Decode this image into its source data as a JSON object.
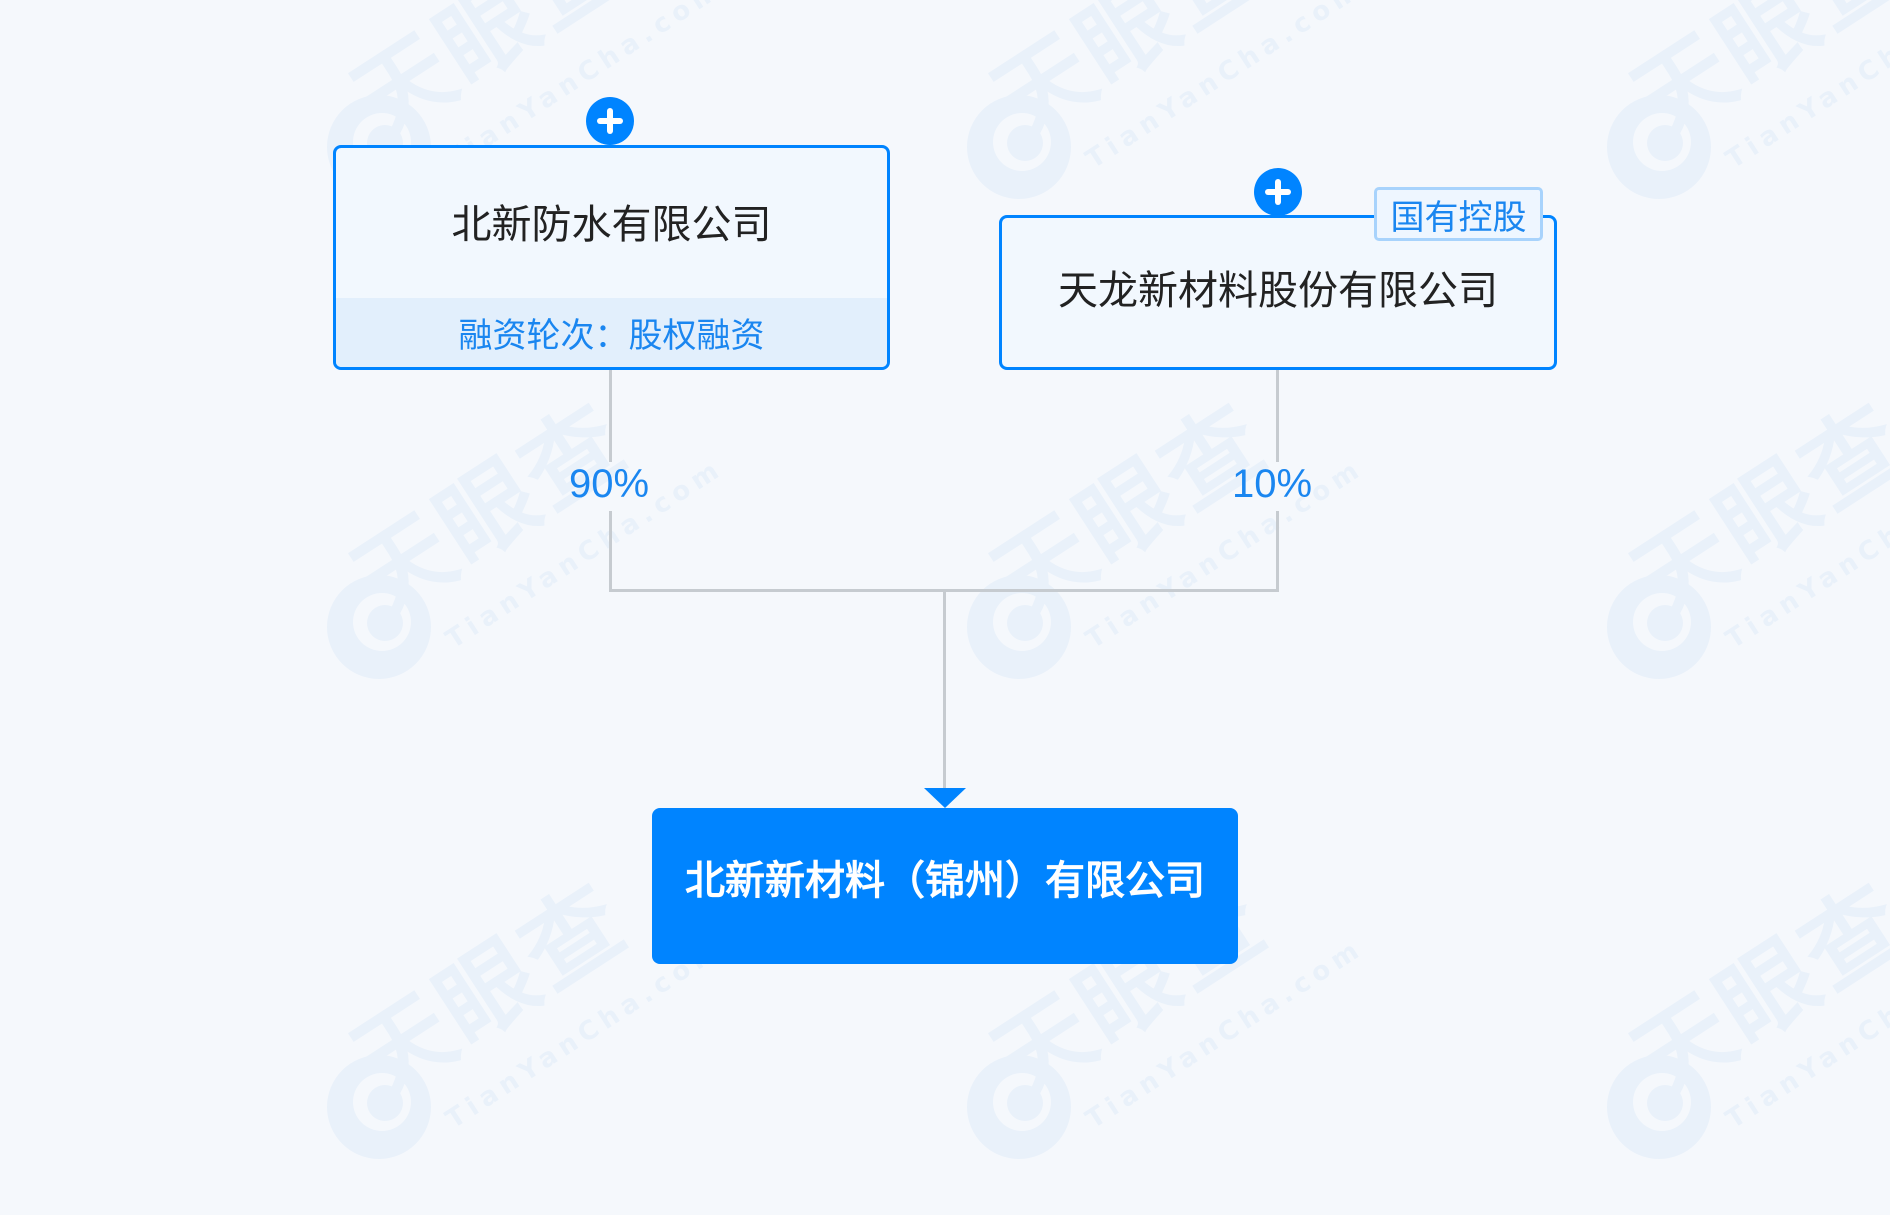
{
  "watermark": {
    "cn": "天眼查",
    "en": "TianYanCha.com"
  },
  "shareholders": [
    {
      "name": "北新防水有限公司",
      "footer": "融资轮次：股权融资",
      "percent": "90%",
      "expand_icon": "plus-circle-icon"
    },
    {
      "name": "天龙新材料股份有限公司",
      "tag": "国有控股",
      "percent": "10%",
      "expand_icon": "plus-circle-icon"
    }
  ],
  "target": {
    "name": "北新新材料（锦州）有限公司"
  },
  "colors": {
    "primary": "#0084ff",
    "node_bg": "#f2f8fe",
    "footer_bg": "#e2effc",
    "connector": "#c6cbd0",
    "tag_border": "#a8d3fc",
    "background": "#f5f8fc"
  }
}
